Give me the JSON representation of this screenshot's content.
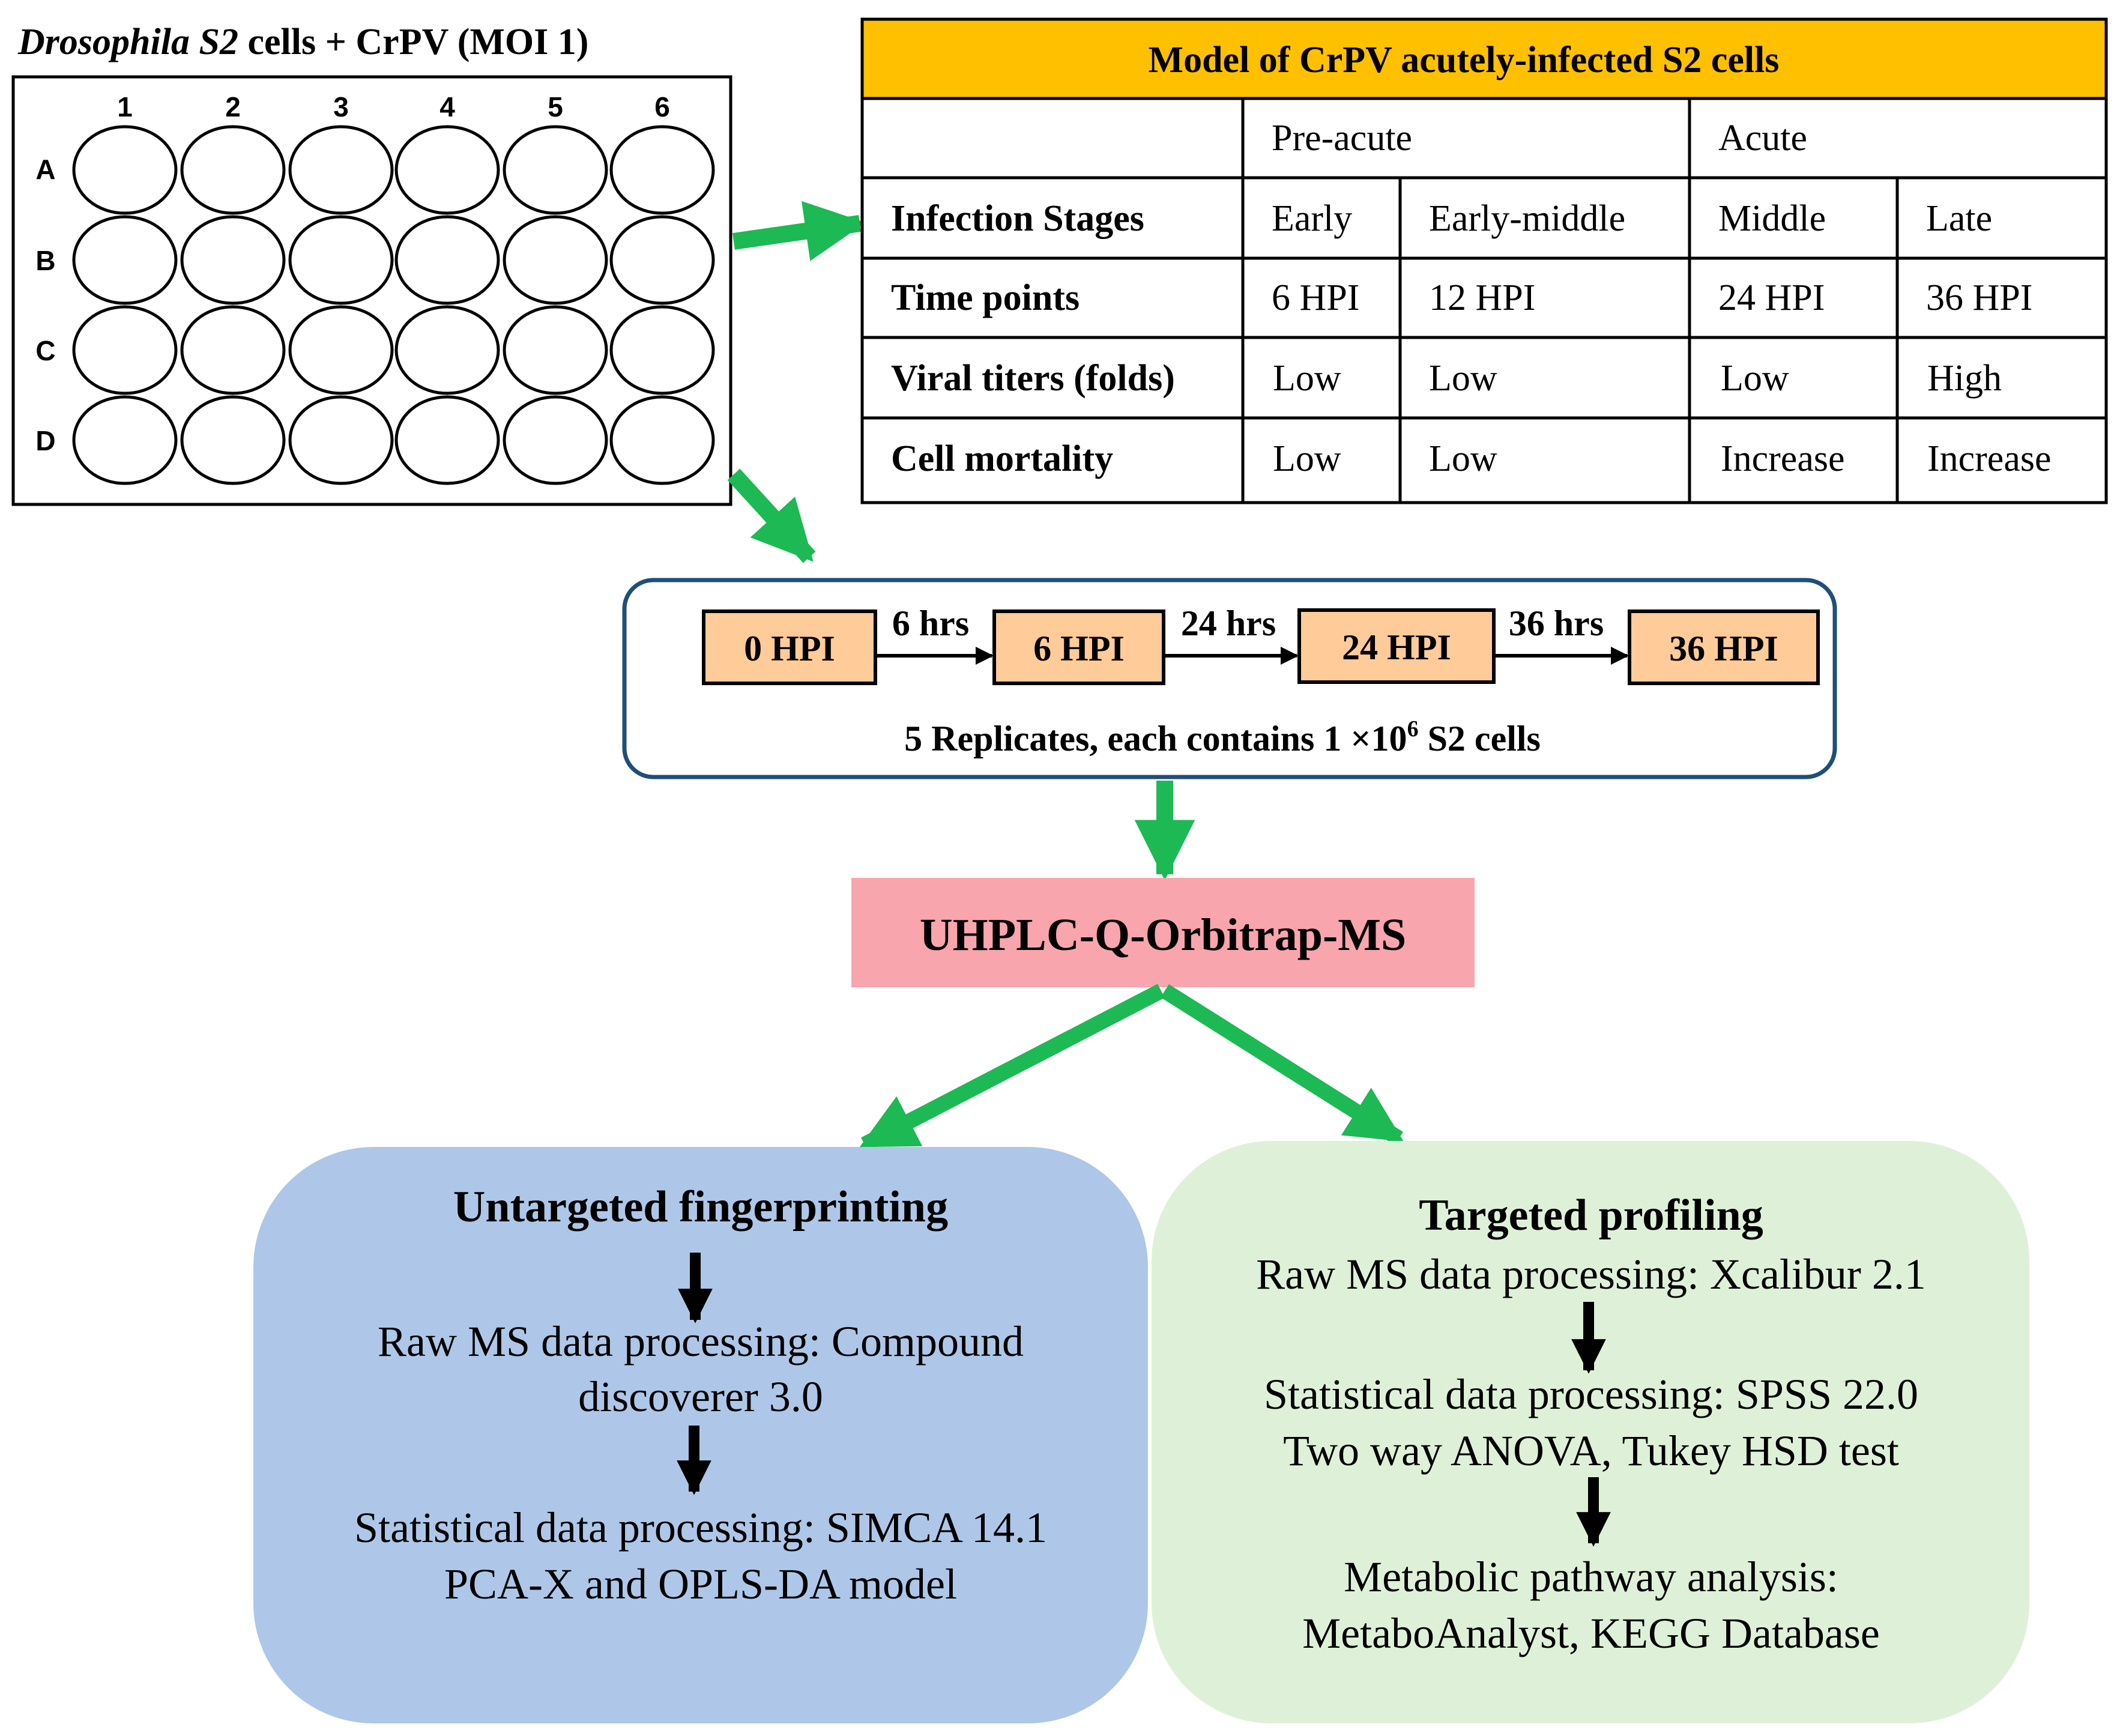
{
  "plate": {
    "title_italic": "Drosophila S2",
    "title_rest": " cells + CrPV (MOI 1)",
    "columns": [
      "1",
      "2",
      "3",
      "4",
      "5",
      "6"
    ],
    "rows": [
      "A",
      "B",
      "C",
      "D"
    ]
  },
  "model_table": {
    "title": "Model of CrPV acutely-infected S2 cells",
    "title_color": "#FFC000",
    "phases": [
      "Pre-acute",
      "Acute"
    ],
    "rows": [
      {
        "label": "Infection Stages",
        "cells": [
          "Early",
          "Early-middle",
          "Middle",
          "Late"
        ]
      },
      {
        "label": "Time points",
        "cells": [
          "6 HPI",
          "12 HPI",
          "24 HPI",
          "36 HPI"
        ]
      },
      {
        "label": "Viral titers (folds)",
        "cells": [
          "Low",
          "Low",
          "Low",
          "High"
        ]
      },
      {
        "label": "Cell mortality",
        "cells": [
          "Low",
          "Low",
          "Increase",
          "Increase"
        ]
      }
    ]
  },
  "timeline": {
    "points": [
      "0 HPI",
      "6 HPI",
      "24 HPI",
      "36 HPI"
    ],
    "intervals": [
      "6 hrs",
      "24 hrs",
      "36 hrs"
    ],
    "replicates_main": "5 Replicates, each contains 1 ×10",
    "replicates_sup": "6",
    "replicates_tail": " S2 cells",
    "box_fill": "#FFCC99",
    "frame_color": "#1F4E79"
  },
  "instrument": {
    "label": "UHPLC-Q-Orbitrap-MS",
    "fill": "#F9A5AE"
  },
  "untargeted": {
    "title": "Untargeted fingerprinting",
    "fill": "#AEC7E8",
    "step1_line1": "Raw MS data processing: Compound",
    "step1_line2": "discoverer 3.0",
    "step2_line1": "Statistical data processing: SIMCA 14.1",
    "step2_line2": "PCA-X and OPLS-DA model"
  },
  "targeted": {
    "title": "Targeted profiling",
    "fill": "#DFF0D8",
    "step1": "Raw MS data processing: Xcalibur 2.1",
    "step2_line1": "Statistical data processing: SPSS 22.0",
    "step2_line2": "Two way ANOVA, Tukey HSD test",
    "step3_line1": "Metabolic pathway analysis:",
    "step3_line2": "MetaboAnalyst, KEGG Database"
  },
  "colors": {
    "flow_arrow": "#1DB954",
    "black_arrow": "#000000"
  }
}
